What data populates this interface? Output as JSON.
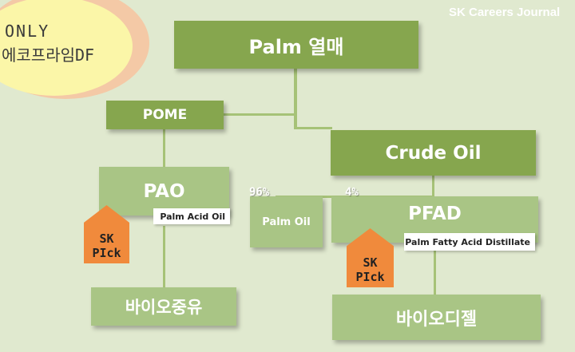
{
  "stamp": {
    "line1": "ONLY",
    "line2": "에코프라임DF"
  },
  "watermark": "SK Careers Journal",
  "nodes": {
    "palm": "Palm 열매",
    "pome": "POME",
    "crude_oil": "Crude Oil",
    "pao": "PAO",
    "pao_tag": "Palm Acid Oil",
    "palm_oil": "Palm Oil",
    "pfad": "PFAD",
    "pfad_tag": "Palm Fatty Acid Distillate",
    "bio_heavy": "바이오중유",
    "bio_diesel": "바이오디젤"
  },
  "percents": {
    "palm_oil": "96%",
    "pfad": "4%"
  },
  "pick_badge": {
    "line1": "SK",
    "line2": "PIck"
  },
  "colors": {
    "background": "#e0e9cf",
    "dark_box": "#86a64e",
    "light_box": "#a9c585",
    "badge": "#f08a3c",
    "connector": "#a6c277"
  }
}
